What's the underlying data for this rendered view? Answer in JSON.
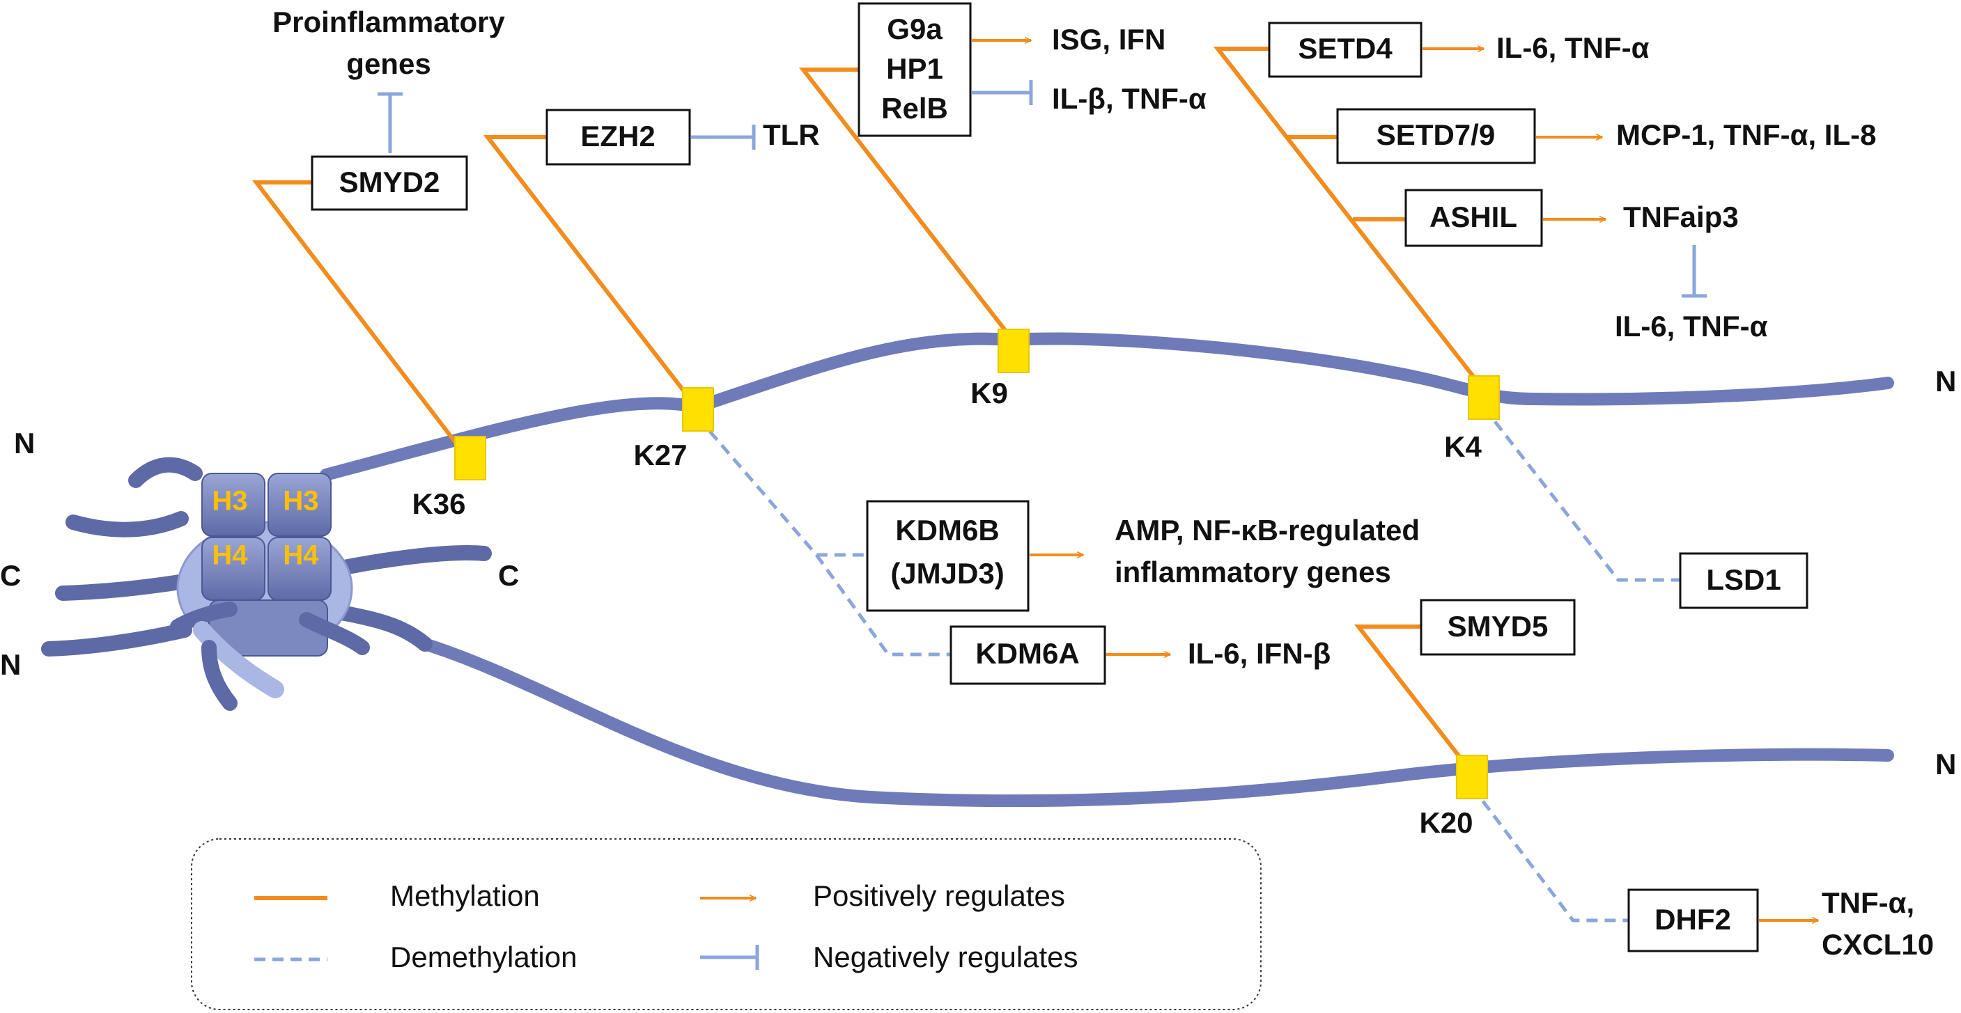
{
  "colors": {
    "methylation": "#F28C1C",
    "demethylation": "#8BA6DC",
    "tail": "#6E7BB8",
    "site": "#FFE000",
    "histone_label": "#FFC000"
  },
  "histones": {
    "h3a": "H3",
    "h3b": "H3",
    "h4a": "H4",
    "h4b": "H4"
  },
  "termini": {
    "n_left_top": "N",
    "c_left": "C",
    "n_left_bottom": "N",
    "c_right": "C",
    "n_right_top": "N",
    "n_right_bottom": "N"
  },
  "sites": {
    "k36": "K36",
    "k27": "K27",
    "k9": "K9",
    "k4": "K4",
    "k20": "K20"
  },
  "enzymes": {
    "smyd2": "SMYD2",
    "ezh2": "EZH2",
    "g9a_lines": [
      "G9a",
      "HP1",
      "RelB"
    ],
    "setd4": "SETD4",
    "setd79": "SETD7/9",
    "ashil": "ASHIL",
    "kdm6b_lines": [
      "KDM6B",
      "(JMJD3)"
    ],
    "kdm6a": "KDM6A",
    "lsd1": "LSD1",
    "smyd5": "SMYD5",
    "dhf2": "DHF2"
  },
  "targets": {
    "proinflammatory_lines": [
      "Proinflammatory",
      "genes"
    ],
    "tlr": "TLR",
    "isg_ifn": "ISG, IFN",
    "il_b_tnf": "IL-β, TNF-α",
    "setd4_targets": "IL-6, TNF-α",
    "setd79_targets": "MCP-1, TNF-α, IL-8",
    "tnfaip3": "TNFaip3",
    "tnfaip3_targets": "IL-6, TNF-α",
    "kdm6b_targets_lines": [
      "AMP, NF-κB-regulated",
      "inflammatory genes"
    ],
    "kdm6a_targets": "IL-6, IFN-β",
    "dhf2_targets_lines": [
      "TNF-α,",
      "CXCL10"
    ]
  },
  "legend": {
    "methylation": "Methylation",
    "demethylation": "Demethylation",
    "positive": "Positively regulates",
    "negative": "Negatively regulates"
  }
}
